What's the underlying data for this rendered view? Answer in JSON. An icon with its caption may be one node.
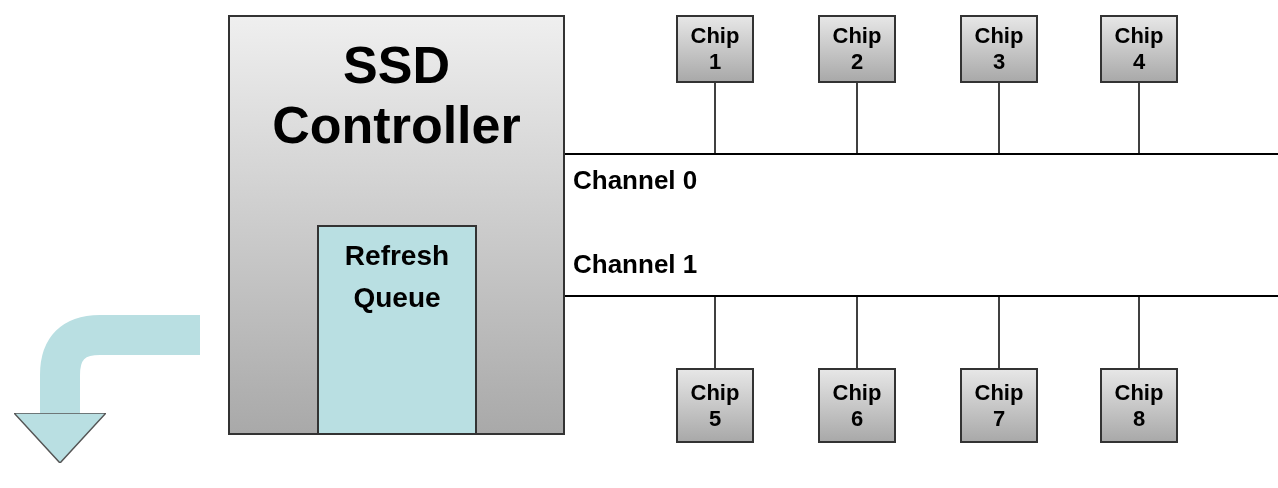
{
  "diagram": {
    "nodes": [
      {
        "text": [
          "SSD Controller"
        ]
      },
      {
        "text": [
          "Refresh Queue"
        ],
        "in": 0
      },
      {
        "text": [
          "Channel 0"
        ]
      },
      {
        "text": [
          "Channel 1"
        ]
      },
      {
        "text": [
          "Chip 1"
        ]
      },
      {
        "text": [
          "Chip 2"
        ]
      },
      {
        "text": [
          "Chip 3"
        ]
      },
      {
        "text": [
          "Chip 4"
        ]
      },
      {
        "text": [
          "Chip 5"
        ]
      },
      {
        "text": [
          "Chip 6"
        ]
      },
      {
        "text": [
          "Chip 7"
        ]
      },
      {
        "text": [
          "Chip 8"
        ]
      }
    ],
    "edges": [
      {
        "from": 4,
        "to": 2,
        "arrow": "none"
      },
      {
        "from": 5,
        "to": 2,
        "arrow": "none"
      },
      {
        "from": 6,
        "to": 2,
        "arrow": "none"
      },
      {
        "from": 7,
        "to": 2,
        "arrow": "none"
      },
      {
        "from": 3,
        "to": 8,
        "arrow": "none"
      },
      {
        "from": 3,
        "to": 9,
        "arrow": "none"
      },
      {
        "from": 3,
        "to": 10,
        "arrow": "none"
      },
      {
        "from": 3,
        "to": 11,
        "arrow": "none"
      },
      {
        "from": 0,
        "to": null,
        "arrow": "to",
        "style": "thick",
        "color": "#b9dfe2"
      }
    ]
  }
}
